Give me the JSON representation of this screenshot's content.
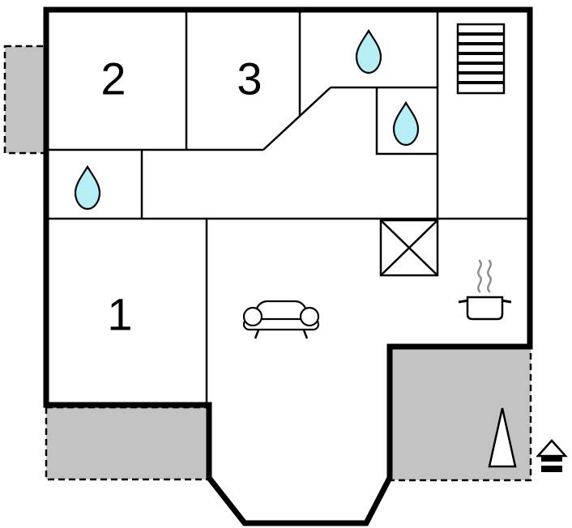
{
  "floorplan": {
    "rooms": [
      {
        "id": "room-2",
        "label": "2"
      },
      {
        "id": "room-3",
        "label": "3"
      },
      {
        "id": "room-1",
        "label": "1"
      }
    ],
    "icons": [
      {
        "name": "water-drop-icon",
        "count": 3
      },
      {
        "name": "staircase-icon",
        "count": 1
      },
      {
        "name": "crossed-box-icon",
        "count": 1
      },
      {
        "name": "stove-icon",
        "count": 1
      },
      {
        "name": "sofa-icon",
        "count": 1
      },
      {
        "name": "tree-icon",
        "count": 1
      },
      {
        "name": "house-icon",
        "count": 1
      }
    ],
    "colors": {
      "wall": "#000000",
      "background": "#ffffff",
      "terrace_fill": "#c3c3c3",
      "water_fill": "#b5eef5",
      "steam": "#8c8c8c"
    }
  }
}
